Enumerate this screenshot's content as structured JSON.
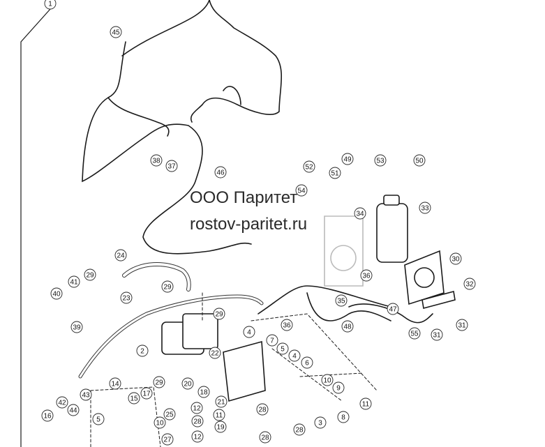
{
  "watermark": {
    "line1": "ООО Паритет",
    "line2": "rostov-paritet.ru"
  },
  "callouts": [
    "1",
    "45",
    "38",
    "37",
    "46",
    "49",
    "53",
    "50",
    "52",
    "51",
    "54",
    "34",
    "33",
    "24",
    "29",
    "41",
    "40",
    "29",
    "23",
    "39",
    "29",
    "36",
    "30",
    "35",
    "47",
    "32",
    "36",
    "48",
    "31",
    "31",
    "55",
    "2",
    "4",
    "7",
    "5",
    "4",
    "6",
    "22",
    "20",
    "18",
    "10",
    "9",
    "14",
    "17",
    "15",
    "25",
    "29",
    "43",
    "42",
    "44",
    "16",
    "5",
    "21",
    "11",
    "19",
    "28",
    "12",
    "28",
    "27",
    "10",
    "28",
    "12",
    "28",
    "3",
    "8",
    "11"
  ]
}
